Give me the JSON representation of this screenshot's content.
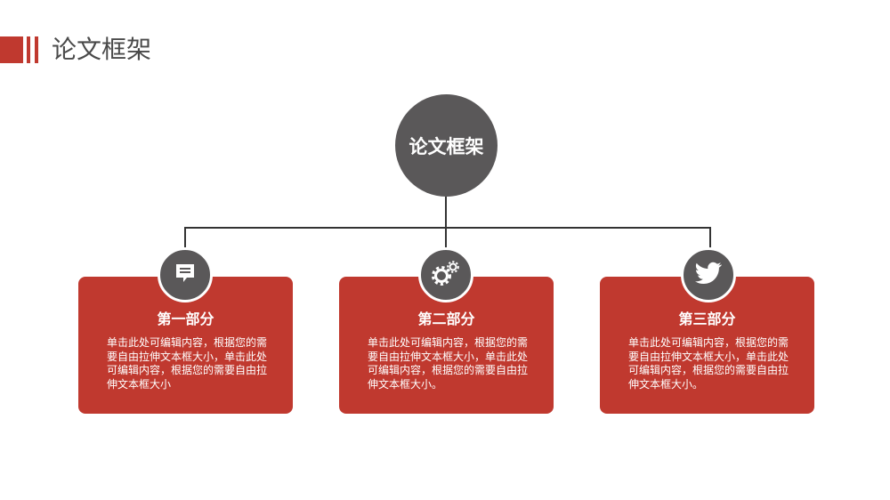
{
  "header": {
    "title": "论文框架"
  },
  "center": {
    "label": "论文框架"
  },
  "colors": {
    "accent": "#c0392f",
    "dark": "#5a5859",
    "line": "#333333"
  },
  "cards": [
    {
      "title": "第一部分",
      "text": "单击此处可编辑内容，根据您的需要自由拉伸文本框大小，单击此处可编辑内容，根据您的需要自由拉伸文本框大小",
      "icon": "chat-bubble-icon"
    },
    {
      "title": "第二部分",
      "text": "单击此处可编辑内容，根据您的需要自由拉伸文本框大小，单击此处可编辑内容，根据您的需要自由拉伸文本框大小。",
      "icon": "gears-icon"
    },
    {
      "title": "第三部分",
      "text": "单击此处可编辑内容，根据您的需要自由拉伸文本框大小，单击此处可编辑内容，根据您的需要自由拉伸文本框大小。",
      "icon": "twitter-bird-icon"
    }
  ]
}
